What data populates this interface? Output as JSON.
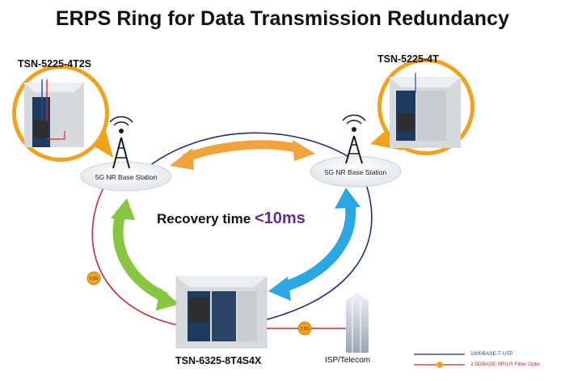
{
  "title": "ERPS Ring for Data Transmission Redundancy",
  "devices": {
    "left_switch": "TSN-5225-4T2S",
    "right_switch": "TSN-5225-4T",
    "center_switch": "TSN-6325-8T4S4X"
  },
  "base_stations": {
    "left": "5G NR Base Station",
    "right": "5G NR Base Station"
  },
  "recovery": {
    "prefix": "Recovery time ",
    "value": "<10ms"
  },
  "link_badge": "2.5G",
  "isp_label": "ISP/Telecom",
  "legend": [
    {
      "label": "1000BASE-T UTP",
      "color": "#1f2f7a"
    },
    {
      "label": "2.5GBASE-SR/LR Fiber Optic",
      "color": "#d12a2a"
    }
  ],
  "colors": {
    "utp": "#1f2f7a",
    "fiber": "#d12a2a",
    "orange_arrow": "#f0a33a",
    "green_arrow": "#88c540",
    "blue_arrow": "#29a8e4",
    "accent_text": "#6a2c8c"
  }
}
